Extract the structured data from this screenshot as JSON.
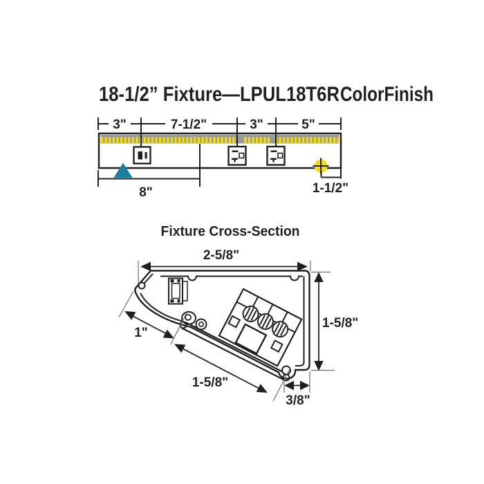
{
  "title": {
    "text_black": "18-1/2” Fixture—LPUL18T6R",
    "text_blue": "ColorFinish"
  },
  "colors": {
    "accent_blue": "#1e8fbd",
    "triangle_teal": "#1d7fa0",
    "led_yellow": "#f5e000",
    "knockout_yellow": "#f5df00",
    "strip_gray": "#9b9b9b",
    "line_black": "#231f20"
  },
  "top_view": {
    "segment_labels": [
      "3\"",
      "7-1/2\"",
      "3\"",
      "5\""
    ],
    "bottom_left_dim": "8\"",
    "bottom_right_dim": "1-1/2\"",
    "icons": [
      "led-strip",
      "power-outlet",
      "receptacle",
      "receptacle",
      "mount-triangle",
      "knockout"
    ]
  },
  "cross_section": {
    "title": "Fixture Cross-Section",
    "top_dim": "2-5/8\"",
    "right_dim": "1-5/8\"",
    "lens_dim": "1\"",
    "door_dim": "1-5/8\"",
    "bottom_dim": "3/8\""
  }
}
